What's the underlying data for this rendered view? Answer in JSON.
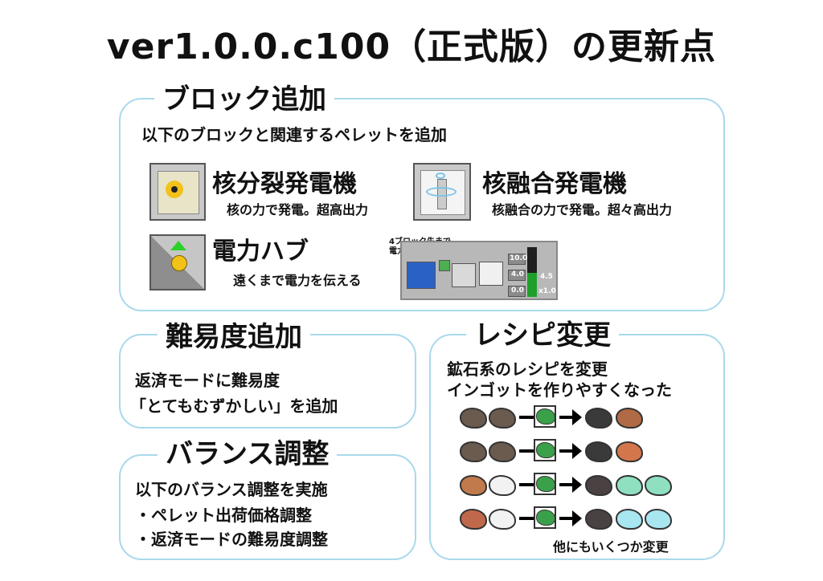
{
  "title": "ver1.0.0.c100（正式版）の更新点",
  "blocks": {
    "heading": "ブロック追加",
    "intro": "以下のブロックと関連するペレットを追加",
    "items": [
      {
        "name": "核分裂発電機",
        "desc": "核の力で発電。超高出力"
      },
      {
        "name": "核融合発電機",
        "desc": "核融合の力で発電。超々高出力"
      },
      {
        "name": "電力ハブ",
        "desc": "遠くまで電力を伝える"
      }
    ],
    "hub_note_1": "4ブロック先まで",
    "hub_note_2": "電力を伝えている",
    "gui_values": [
      "10.0",
      "4.0",
      "0.0",
      "4.5",
      "x1.0"
    ]
  },
  "difficulty": {
    "heading": "難易度追加",
    "line1": "返済モードに難易度",
    "line2": "「とてもむずかしい」を追加"
  },
  "balance": {
    "heading": "バランス調整",
    "line1": "以下のバランス調整を実施",
    "line2": "・ペレット出荷価格調整",
    "line3": "・返済モードの難易度調整"
  },
  "recipe": {
    "heading": "レシピ変更",
    "line1": "鉱石系のレシピを変更",
    "line2": "インゴットを作りやすくなった",
    "footer": "他にもいくつか変更",
    "rows": [
      {
        "in": [
          "#6b5a4e",
          "#6b5a4e"
        ],
        "out": [
          "#3a3a3a",
          "#b06a45"
        ]
      },
      {
        "in": [
          "#6b5a4e",
          "#6b5a4e"
        ],
        "out": [
          "#3a3a3a",
          "#d3764c"
        ]
      },
      {
        "in": [
          "#c07a4c",
          "#f2f2f2"
        ],
        "out": [
          "#4a4242",
          "#8fe0c0"
        ]
      },
      {
        "in": [
          "#c0684a",
          "#f2f2f2"
        ],
        "out": [
          "#4a4242",
          "#a8e6f0"
        ]
      }
    ]
  },
  "colors": {
    "panel_border": "#a9d9ec",
    "accent_green": "#1fa02a",
    "accent_red": "#e02020"
  }
}
